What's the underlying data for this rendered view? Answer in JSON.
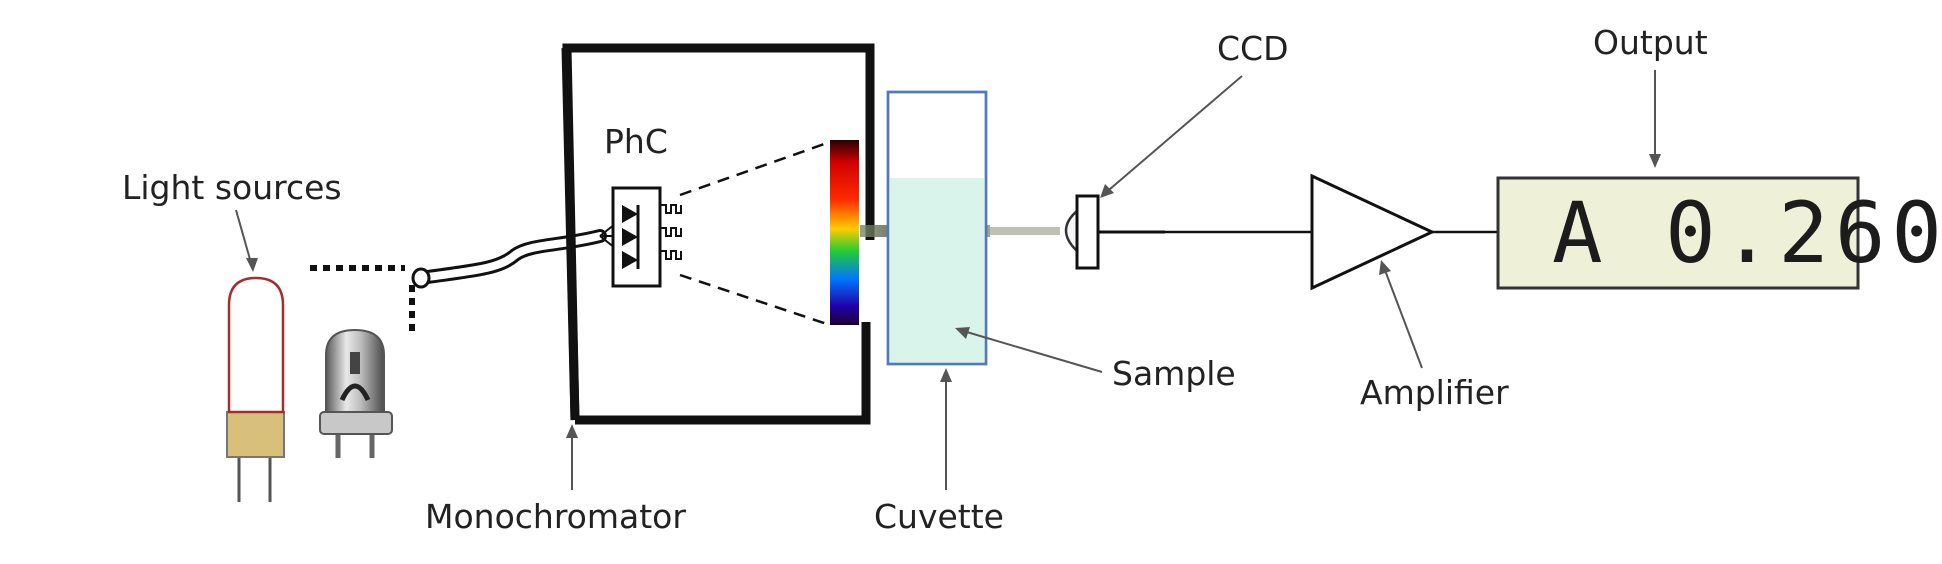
{
  "labels": {
    "light_sources": "Light sources",
    "phc": "PhC",
    "monochromator": "Monochromator",
    "cuvette": "Cuvette",
    "sample": "Sample",
    "ccd": "CCD",
    "amplifier": "Amplifier",
    "output": "Output"
  },
  "display": {
    "reading": "A 0.260",
    "background": "#eef1d8"
  },
  "colors": {
    "sample_liquid": "#d9f4ea",
    "cuvette_border": "#4f7bb8",
    "lamp_outline": "#a0302a",
    "lamp_base": "#d9c07a",
    "spectrum": [
      "#2a0000",
      "#ff0000",
      "#ff8800",
      "#ffee00",
      "#22cc22",
      "#0077ff",
      "#2000aa",
      "#2a003a"
    ]
  }
}
